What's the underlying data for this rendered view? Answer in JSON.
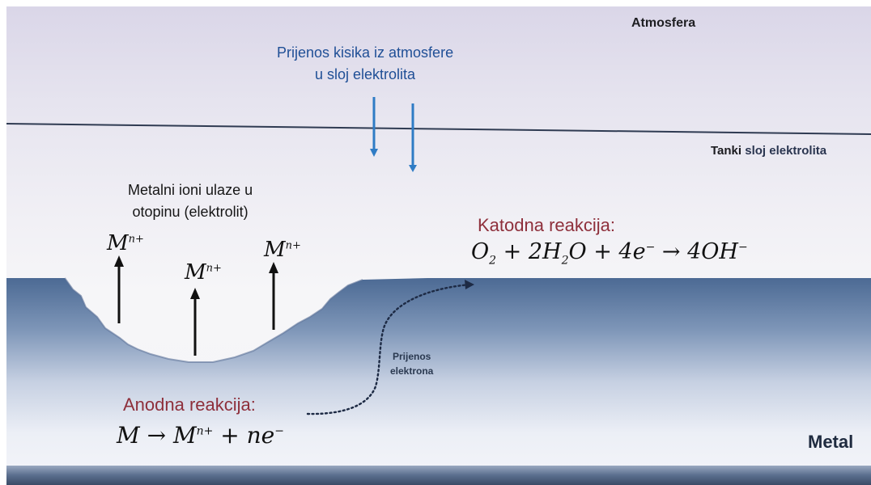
{
  "labels": {
    "atmosphere": "Atmosfera",
    "oxygen_transfer": "Prijenos kisika iz atmosfere\nu sloj elektrolita",
    "thin_layer_prefix": "Tanki ",
    "thin_layer_rest": "sloj elektrolita",
    "metal_ions": "Metalni ioni ulaze u\notopinu (elektrolit)",
    "cathodic_title": "Katodna reakcija:",
    "anodic_title": "Anodna reakcija:",
    "electron_transfer": "Prijenos\nelektrona",
    "metal": "Metal"
  },
  "ions": [
    {
      "base": "M",
      "sup": "n+"
    },
    {
      "base": "M",
      "sup": "n+"
    },
    {
      "base": "M",
      "sup": "n+"
    }
  ],
  "cathodic_equation": {
    "o2": "O",
    "o2_sub": "2",
    "plus1": " + 2",
    "h": "H",
    "h_sub": "2",
    "o": "O",
    "plus2": " + 4",
    "e": "e",
    "e_sup": "−",
    "arrow": " → 4",
    "oh": "OH",
    "oh_sup": "−"
  },
  "anodic_equation": {
    "m": "M",
    "arrow": " → ",
    "m2": "M",
    "m2_sup": "n+",
    "plus": " + ",
    "ne": "ne",
    "ne_sup": "−"
  },
  "colors": {
    "blue_text": "#1f4f96",
    "red_text": "#8e2f3b",
    "metal_dark": "#4a6690",
    "metal_light": "#eef0f6",
    "arrow_blue": "#2f7cc5"
  }
}
